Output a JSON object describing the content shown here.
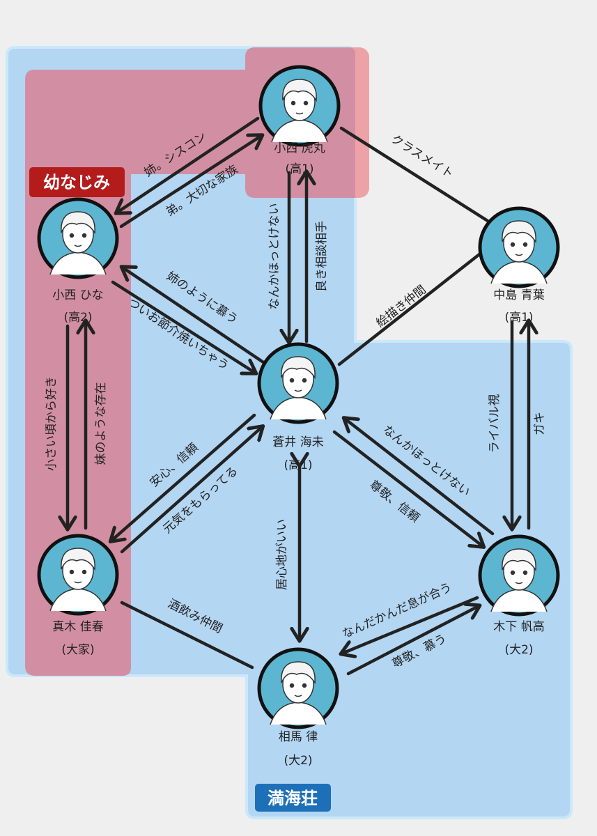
{
  "colors": {
    "background": "#efefef",
    "blue_region": "#b3d6f2",
    "blue_border": "#cbe8fb",
    "pink_region": "#d28fa3",
    "red_region": "#eda2a7",
    "circle_fill": "#5cb6d1",
    "ink": "#222222",
    "tag_red": "#b41c1c",
    "tag_blue": "#1d70b8",
    "tag_text": "#ffffff"
  },
  "groups": {
    "osananajimi": {
      "label": "幼なじみ"
    },
    "mankaisou": {
      "label": "満海荘"
    }
  },
  "characters": [
    {
      "id": "torамaru",
      "name": "小西 虎丸",
      "grade": "(高1)"
    },
    {
      "id": "hina",
      "name": "小西 ひな",
      "grade": "(高2)"
    },
    {
      "id": "aoba",
      "name": "中島 青葉",
      "grade": "(高1)"
    },
    {
      "id": "umi",
      "name": "蒼井 海未",
      "grade": "(高1)"
    },
    {
      "id": "yoshiharu",
      "name": "真木 佳春",
      "grade": "(大家)"
    },
    {
      "id": "hodaka",
      "name": "木下 帆高",
      "grade": "(大2)"
    },
    {
      "id": "ritsu",
      "name": "相馬 律",
      "grade": "(大2)"
    }
  ],
  "relations": [
    {
      "id": "hina-to-toramaru",
      "label": "姉。シスコン"
    },
    {
      "id": "toramaru-to-hina",
      "label": "弟。大切な家族"
    },
    {
      "id": "toramaru-aoba",
      "label": "クラスメイト"
    },
    {
      "id": "toramaru-to-umi",
      "label": "なんかほっとけない"
    },
    {
      "id": "umi-to-toramaru",
      "label": "良き相談相手"
    },
    {
      "id": "umi-to-hina",
      "label": "姉のように慕う"
    },
    {
      "id": "hina-to-umi",
      "label": "ついお節介焼いちゃう"
    },
    {
      "id": "aoba-umi",
      "label": "絵描き仲間"
    },
    {
      "id": "hina-to-yoshiharu",
      "label": "小さい頃から好き"
    },
    {
      "id": "yoshiharu-to-hina",
      "label": "妹のような存在"
    },
    {
      "id": "aoba-to-hodaka",
      "label": "ライバル視"
    },
    {
      "id": "hodaka-to-aoba",
      "label": "ガキ"
    },
    {
      "id": "umi-to-yoshiharu",
      "label": "安心、信頼"
    },
    {
      "id": "yoshiharu-to-umi",
      "label": "元気をもらってる"
    },
    {
      "id": "hodaka-to-umi",
      "label": "なんかほっとけない"
    },
    {
      "id": "umi-to-hodaka",
      "label": "尊敬、信頼"
    },
    {
      "id": "umi-ritsu",
      "label": "居心地がいい"
    },
    {
      "id": "yoshiharu-ritsu",
      "label": "酒飲み仲間"
    },
    {
      "id": "hodaka-to-ritsu",
      "label": "なんだかんだ息が合う"
    },
    {
      "id": "ritsu-to-hodaka",
      "label": "尊敬、慕う"
    }
  ]
}
